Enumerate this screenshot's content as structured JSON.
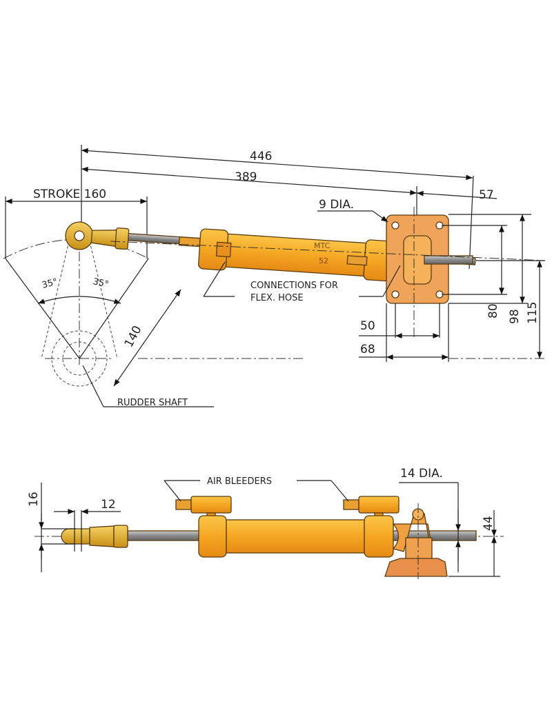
{
  "top_view": {
    "overall_length": "446",
    "center_length": "389",
    "stroke": "STROKE 160",
    "bracket_offset": "57",
    "hole_dia": "9 DIA.",
    "model_line1": "MTC",
    "model_line2": "52",
    "connections_line1": "CONNECTIONS FOR",
    "connections_line2": "FLEX. HOSE",
    "angle_left": "35°",
    "angle_right": "35°",
    "tiller_length": "140",
    "rudder_shaft": "RUDDER SHAFT",
    "hole_spacing_x": "50",
    "plate_width": "68",
    "hole_spacing_y": "80",
    "plate_height": "98",
    "mount_height": "115"
  },
  "side_view": {
    "air_bleeders": "AIR BLEEDERS",
    "rod_dia": "14 DIA.",
    "eye_height": "16",
    "eye_hole": "12",
    "axis_height": "44"
  },
  "colors": {
    "cylinder": "#F5A623",
    "bracket": "#E89A4A",
    "rod": "#9a9a9a",
    "rod_end": "#E8B830"
  }
}
